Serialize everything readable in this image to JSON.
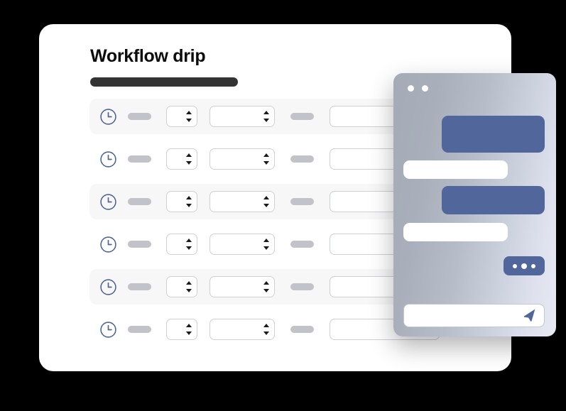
{
  "card": {
    "title": "Workflow drip",
    "title_bar": "",
    "rows": [
      {
        "clock_icon": "clock-icon",
        "label_pill": "",
        "number_field": "",
        "select_field": "",
        "second_pill": "",
        "text_field": "",
        "striped": true
      },
      {
        "clock_icon": "clock-icon",
        "label_pill": "",
        "number_field": "",
        "select_field": "",
        "second_pill": "",
        "text_field": "",
        "striped": false
      },
      {
        "clock_icon": "clock-icon",
        "label_pill": "",
        "number_field": "",
        "select_field": "",
        "second_pill": "",
        "text_field": "",
        "striped": true
      },
      {
        "clock_icon": "clock-icon",
        "label_pill": "",
        "number_field": "",
        "select_field": "",
        "second_pill": "",
        "text_field": "",
        "striped": false
      },
      {
        "clock_icon": "clock-icon",
        "label_pill": "",
        "number_field": "",
        "select_field": "",
        "second_pill": "",
        "text_field": "",
        "striped": true
      },
      {
        "clock_icon": "clock-icon",
        "label_pill": "",
        "number_field": "",
        "select_field": "",
        "second_pill": "",
        "text_field": "",
        "striped": false
      }
    ]
  },
  "chat": {
    "window_dots": [
      "",
      ""
    ],
    "messages": [
      {
        "direction": "outgoing",
        "text": ""
      },
      {
        "direction": "incoming",
        "text": ""
      },
      {
        "direction": "outgoing",
        "text": ""
      },
      {
        "direction": "incoming",
        "text": ""
      }
    ],
    "typing_indicator": {
      "dots": [
        "",
        "",
        ""
      ]
    },
    "input": {
      "value": "",
      "placeholder": ""
    },
    "send_icon": "send-icon"
  },
  "colors": {
    "background": "#000000",
    "card": "#ffffff",
    "row_stripe": "#f7f7f8",
    "title_bar": "#333333",
    "pill": "#c2c3c8",
    "field_border": "#cfd0d4",
    "accent_blue": "#51679b",
    "clock_icon": "#4f6494",
    "chat_gradient_from": "#a4abb6",
    "chat_gradient_to": "#e7e9f3"
  }
}
